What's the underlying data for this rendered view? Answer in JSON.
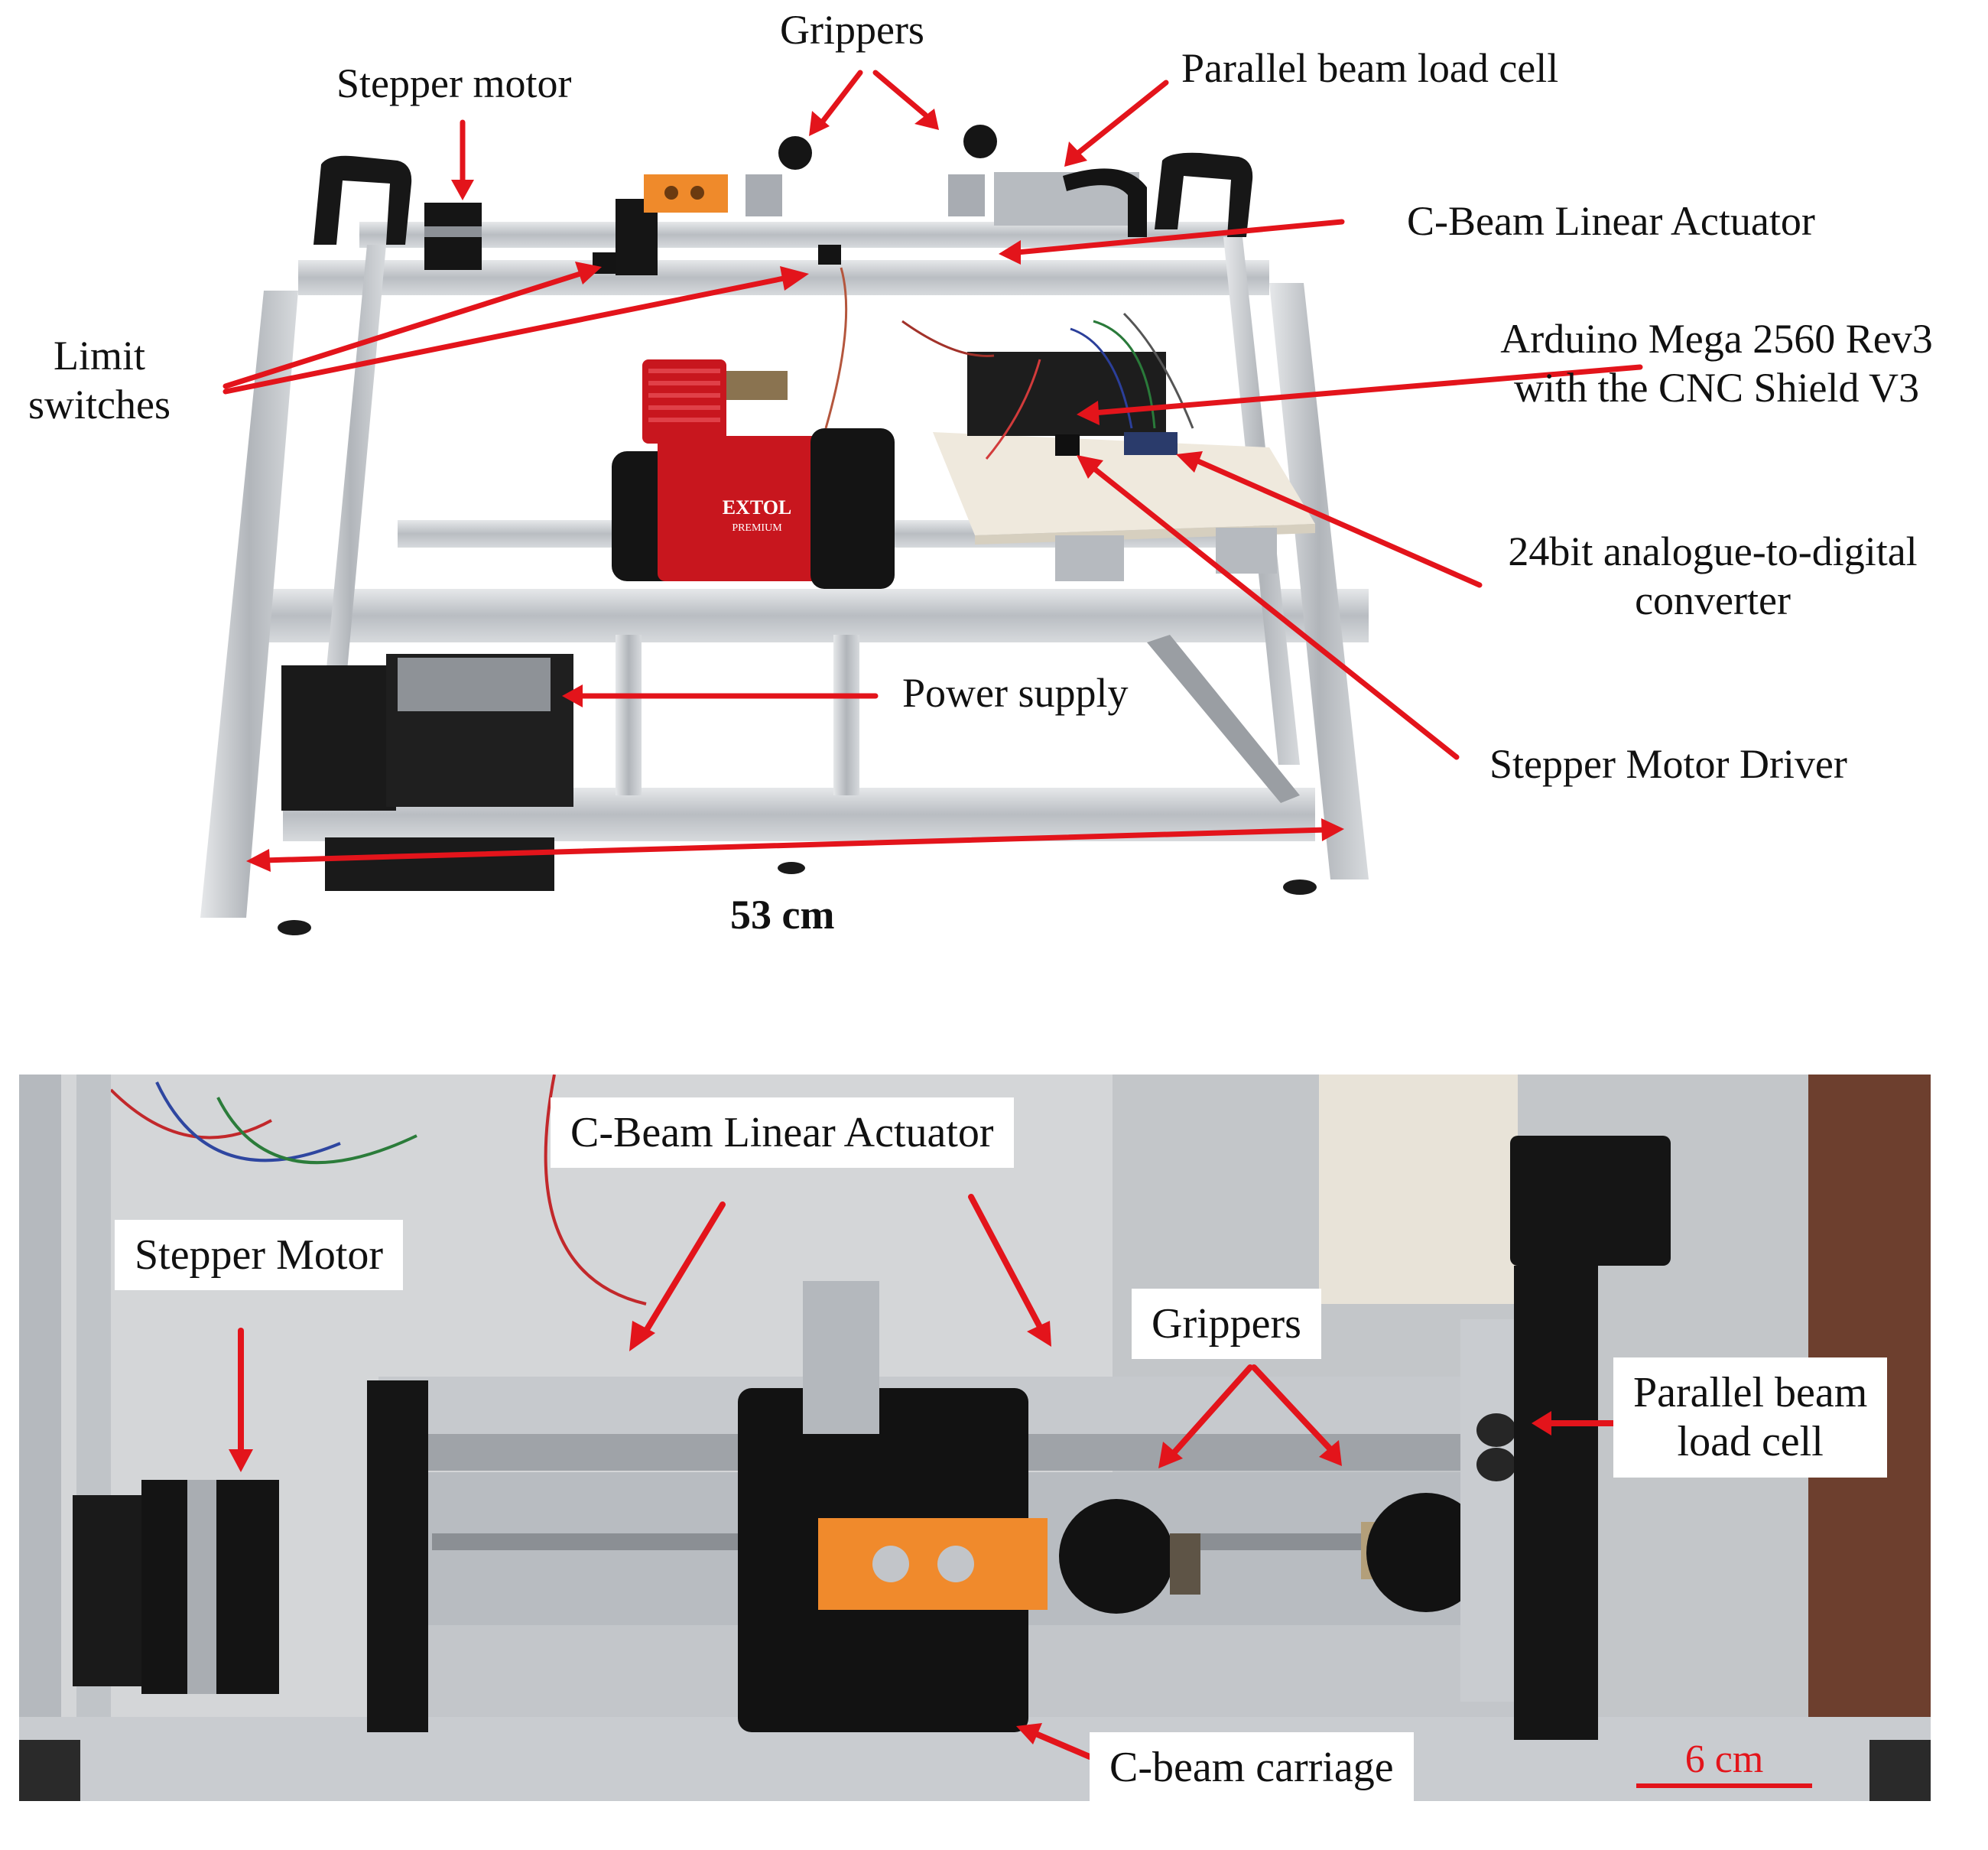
{
  "top_photo": {
    "labels": {
      "grippers": "Grippers",
      "stepper_motor": "Stepper motor",
      "parallel_beam_load_cell": "Parallel beam load cell",
      "c_beam_linear_actuator": "C-Beam Linear Actuator",
      "limit_switches_line1": "Limit",
      "limit_switches_line2": "switches",
      "arduino_line1": "Arduino Mega 2560 Rev3",
      "arduino_line2": "with the CNC Shield V3",
      "adc_line1": "24bit analogue-to-digital",
      "adc_line2": "converter",
      "power_supply": "Power supply",
      "stepper_motor_driver": "Stepper Motor Driver",
      "width_dimension": "53 cm"
    },
    "compressor_brand": "EXTOL",
    "compressor_subbrand": "PREMIUM"
  },
  "bottom_photo": {
    "labels": {
      "c_beam_linear_actuator": "C-Beam Linear Actuator",
      "stepper_motor": "Stepper Motor",
      "grippers": "Grippers",
      "parallel_beam_line1": "Parallel beam",
      "parallel_beam_line2": "load cell",
      "c_beam_carriage": "C-beam carriage",
      "scale_bar": "6 cm"
    }
  },
  "colors": {
    "arrow": "#e3141b",
    "aluminium": "#c9ccd0",
    "black_part": "#161616",
    "orange_part": "#f08a2c",
    "compressor_red": "#c8161e"
  }
}
